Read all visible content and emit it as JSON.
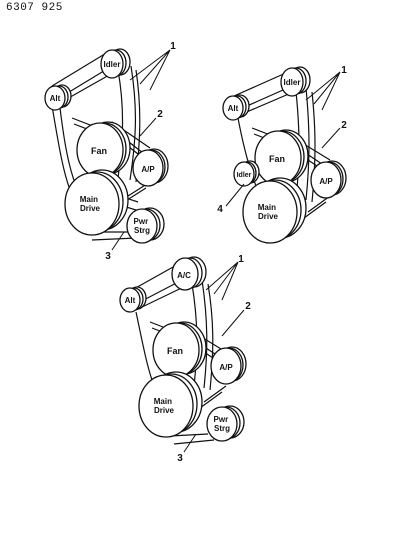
{
  "document_number": "6307 925",
  "ink_color": "#111111",
  "paper_color": "#ffffff",
  "diagrams": [
    {
      "id": "top-left",
      "pulleys": [
        {
          "key": "idler",
          "label": "Idler"
        },
        {
          "key": "alt",
          "label": "Alt"
        },
        {
          "key": "fan",
          "label": "Fan"
        },
        {
          "key": "ap",
          "label": "A/P"
        },
        {
          "key": "main-drive",
          "label": "Main Drive"
        },
        {
          "key": "pwr-strg",
          "label": "Pwr Strg"
        }
      ],
      "callouts": [
        "1",
        "2",
        "3"
      ]
    },
    {
      "id": "top-right",
      "pulleys": [
        {
          "key": "idler-upper",
          "label": "Idler"
        },
        {
          "key": "alt",
          "label": "Alt"
        },
        {
          "key": "fan",
          "label": "Fan"
        },
        {
          "key": "ap",
          "label": "A/P"
        },
        {
          "key": "idler-lower",
          "label": "Idler"
        },
        {
          "key": "main-drive",
          "label": "Main Drive"
        }
      ],
      "callouts": [
        "1",
        "2",
        "4"
      ]
    },
    {
      "id": "bottom",
      "pulleys": [
        {
          "key": "ac",
          "label": "A/C"
        },
        {
          "key": "alt",
          "label": "Alt"
        },
        {
          "key": "fan",
          "label": "Fan"
        },
        {
          "key": "ap",
          "label": "A/P"
        },
        {
          "key": "main-drive",
          "label": "Main Drive"
        },
        {
          "key": "pwr-strg",
          "label": "Pwr Strg"
        }
      ],
      "callouts": [
        "1",
        "2",
        "3"
      ]
    }
  ]
}
